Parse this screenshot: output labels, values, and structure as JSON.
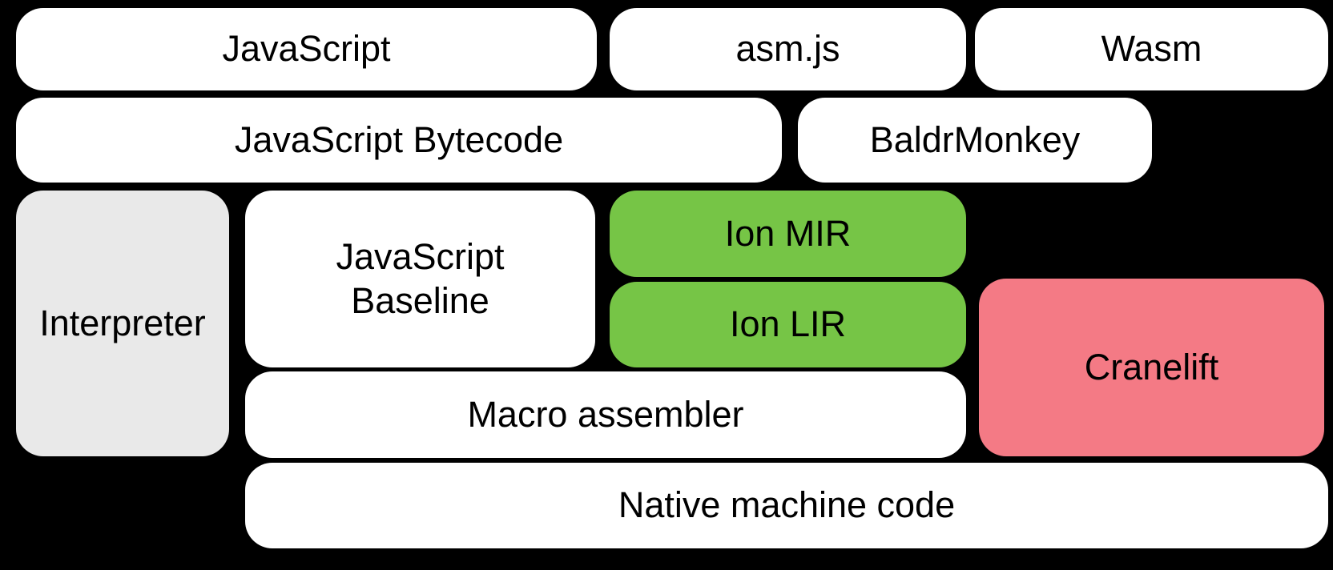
{
  "diagram": {
    "background": "#000000",
    "text_color": "#000000",
    "colors": {
      "white": "#ffffff",
      "gray": "#e9e9e9",
      "green": "#76c546",
      "pink": "#f47a85"
    },
    "boxes": [
      {
        "label": "JavaScript",
        "color": "white"
      },
      {
        "label": "asm.js",
        "color": "white"
      },
      {
        "label": "Wasm",
        "color": "white"
      },
      {
        "label": "JavaScript Bytecode",
        "color": "white"
      },
      {
        "label": "BaldrMonkey",
        "color": "white"
      },
      {
        "label": "Interpreter",
        "color": "gray"
      },
      {
        "label": "JavaScript\nBaseline",
        "color": "white"
      },
      {
        "label": "Ion MIR",
        "color": "green"
      },
      {
        "label": "Ion LIR",
        "color": "green"
      },
      {
        "label": "Cranelift",
        "color": "pink"
      },
      {
        "label": "Macro assembler",
        "color": "white"
      },
      {
        "label": "Native machine code",
        "color": "white"
      }
    ]
  }
}
